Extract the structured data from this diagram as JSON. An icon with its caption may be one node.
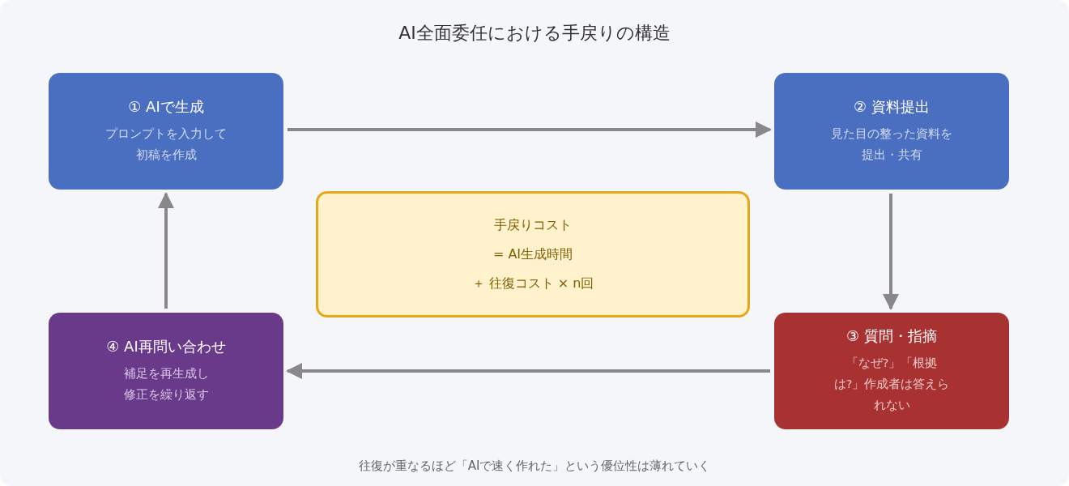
{
  "diagram": {
    "title": "AI全面委任における手戻りの構造",
    "caption": "往復が重なるほど「AIで速く作れた」という優位性は薄れていく",
    "nodes": [
      {
        "text": [
          "① AIで生成",
          "プロンプトを入力して初稿を作成"
        ]
      },
      {
        "text": [
          "② 資料提出",
          "見た目の整った資料を提出・共有"
        ]
      },
      {
        "text": [
          "手戻りコスト",
          "= AI生成時間",
          "＋ 往復コスト × n回"
        ]
      },
      {
        "text": [
          "④ AI再問い合わせ",
          "補足を再生成し修正を繰り返す"
        ]
      },
      {
        "text": [
          "③ 質問・指摘",
          "「なぜ?」「根拠は?」作成者は答えられない"
        ]
      }
    ],
    "edges": [
      {
        "from": 0,
        "to": 1,
        "arrow": "to"
      },
      {
        "from": 1,
        "to": 4,
        "arrow": "to"
      },
      {
        "from": 4,
        "to": 3,
        "arrow": "to"
      },
      {
        "from": 3,
        "to": 0,
        "arrow": "to"
      }
    ]
  }
}
